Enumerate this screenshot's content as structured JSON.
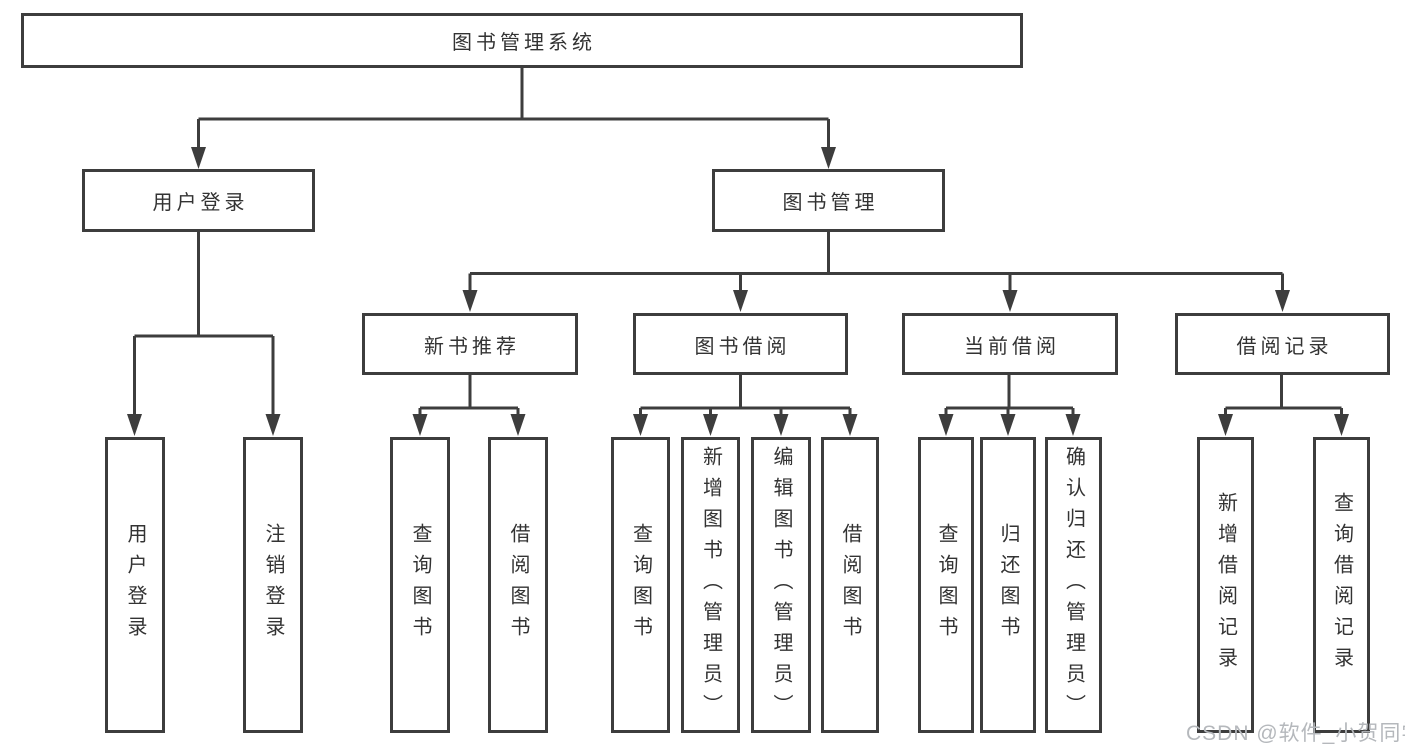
{
  "diagram": {
    "type": "tree",
    "root": {
      "label": "图书管理系统",
      "children": [
        {
          "label": "用户登录",
          "children": [
            {
              "label": "用户登录"
            },
            {
              "label": "注销登录"
            }
          ]
        },
        {
          "label": "图书管理",
          "children": [
            {
              "label": "新书推荐",
              "children": [
                {
                  "label": "查询图书"
                },
                {
                  "label": "借阅图书"
                }
              ]
            },
            {
              "label": "图书借阅",
              "children": [
                {
                  "label": "查询图书"
                },
                {
                  "label": "新增图书（管理员）"
                },
                {
                  "label": "编辑图书（管理员）"
                },
                {
                  "label": "借阅图书"
                }
              ]
            },
            {
              "label": "当前借阅",
              "children": [
                {
                  "label": "查询图书"
                },
                {
                  "label": "归还图书"
                },
                {
                  "label": "确认归还（管理员）"
                }
              ]
            },
            {
              "label": "借阅记录",
              "children": [
                {
                  "label": "新增借阅记录"
                },
                {
                  "label": "查询借阅记录"
                }
              ]
            }
          ]
        }
      ]
    }
  },
  "colors": {
    "line": "#3d3d3d",
    "text": "#333333",
    "background": "#ffffff",
    "watermark": "#b5b8bc"
  },
  "watermark": {
    "text": "CSDN @软件_小贺同学"
  }
}
